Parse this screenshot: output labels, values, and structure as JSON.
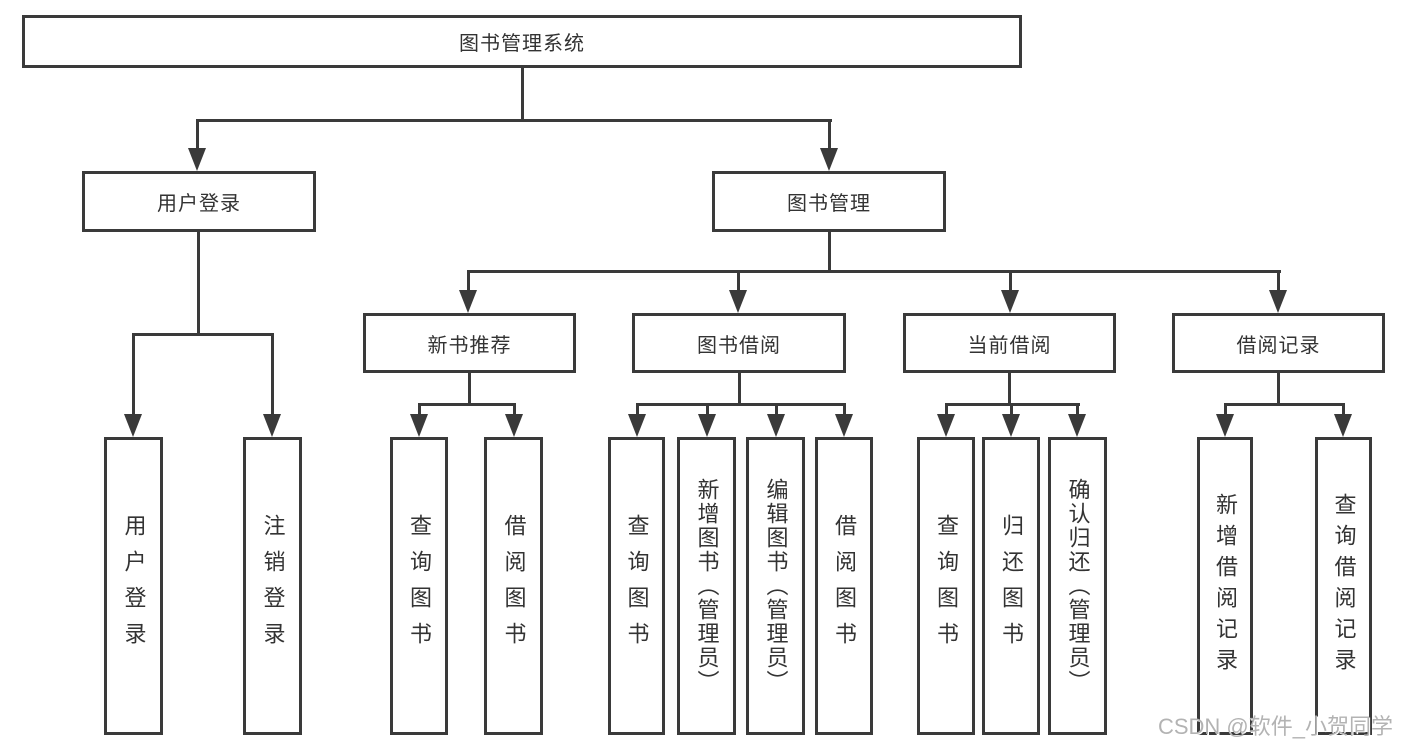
{
  "diagram": {
    "root": {
      "label": "图书管理系统"
    },
    "level2": [
      {
        "id": "user-login",
        "label": "用户登录"
      },
      {
        "id": "book-management",
        "label": "图书管理"
      }
    ],
    "level3": [
      {
        "id": "new-book-recommend",
        "label": "新书推荐"
      },
      {
        "id": "book-borrowing",
        "label": "图书借阅"
      },
      {
        "id": "current-borrowing",
        "label": "当前借阅"
      },
      {
        "id": "borrowing-records",
        "label": "借阅记录"
      }
    ],
    "leaves": {
      "user_login": [
        {
          "label": "用户登录"
        },
        {
          "label": "注销登录"
        }
      ],
      "new_book_recommend": [
        {
          "label": "查询图书"
        },
        {
          "label": "借阅图书"
        }
      ],
      "book_borrowing": [
        {
          "label": "查询图书"
        },
        {
          "label": "新增图书（管理员）"
        },
        {
          "label": "编辑图书（管理员）"
        },
        {
          "label": "借阅图书"
        }
      ],
      "current_borrowing": [
        {
          "label": "查询图书"
        },
        {
          "label": "归还图书"
        },
        {
          "label": "确认归还（管理员）"
        }
      ],
      "borrowing_records": [
        {
          "label": "新增借阅记录"
        },
        {
          "label": "查询借阅记录"
        }
      ]
    }
  },
  "watermark": "CSDN @软件_小贺同学",
  "colors": {
    "line": "#3a3a3a",
    "text": "#333333",
    "background": "#ffffff",
    "watermark": "#b3b3b3"
  }
}
